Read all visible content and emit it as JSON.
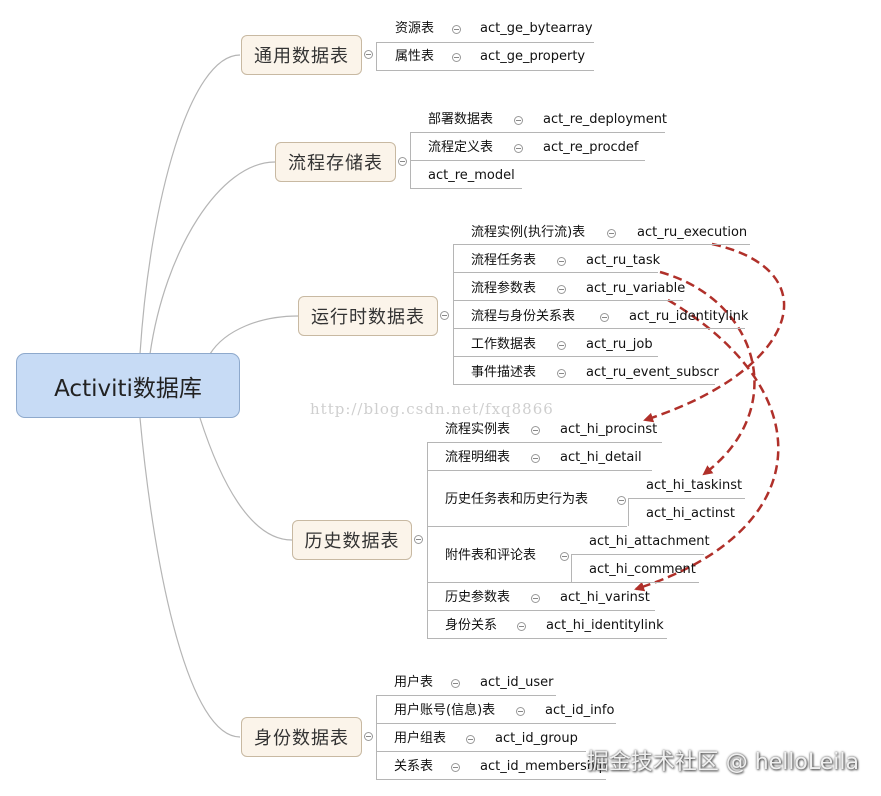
{
  "root": {
    "label": "Activiti数据库"
  },
  "groups": {
    "general": {
      "label": "通用数据表"
    },
    "repository": {
      "label": "流程存储表"
    },
    "runtime": {
      "label": "运行时数据表"
    },
    "history": {
      "label": "历史数据表"
    },
    "identity": {
      "label": "身份数据表"
    }
  },
  "general_items": [
    {
      "label": "资源表",
      "table": "act_ge_bytearray"
    },
    {
      "label": "属性表",
      "table": "act_ge_property"
    }
  ],
  "repository_items": [
    {
      "label": "部署数据表",
      "table": "act_re_deployment"
    },
    {
      "label": "流程定义表",
      "table": "act_re_procdef"
    },
    {
      "label": "",
      "table": "act_re_model"
    }
  ],
  "runtime_items": [
    {
      "label": "流程实例(执行流)表",
      "table": "act_ru_execution"
    },
    {
      "label": "流程任务表",
      "table": "act_ru_task"
    },
    {
      "label": "流程参数表",
      "table": "act_ru_variable"
    },
    {
      "label": "流程与身份关系表",
      "table": "act_ru_identitylink"
    },
    {
      "label": "工作数据表",
      "table": "act_ru_job"
    },
    {
      "label": "事件描述表",
      "table": "act_ru_event_subscr"
    }
  ],
  "history_items": [
    {
      "label": "流程实例表",
      "table": "act_hi_procinst"
    },
    {
      "label": "流程明细表",
      "table": "act_hi_detail"
    },
    {
      "label": "历史任务表和历史行为表",
      "tables": [
        "act_hi_taskinst",
        "act_hi_actinst"
      ]
    },
    {
      "label": "附件表和评论表",
      "tables": [
        "act_hi_attachment",
        "act_hi_comment"
      ]
    },
    {
      "label": "历史参数表",
      "table": "act_hi_varinst"
    },
    {
      "label": "身份关系",
      "table": "act_hi_identitylink"
    }
  ],
  "identity_items": [
    {
      "label": "用户表",
      "table": "act_id_user"
    },
    {
      "label": "用户账号(信息)表",
      "table": "act_id_info"
    },
    {
      "label": "用户组表",
      "table": "act_id_group"
    },
    {
      "label": "关系表",
      "table": "act_id_membership"
    }
  ],
  "arrows": [
    {
      "from": "act_ru_execution",
      "to": "act_hi_procinst"
    },
    {
      "from": "act_ru_task",
      "to": "act_hi_taskinst"
    },
    {
      "from": "act_ru_variable",
      "to": "act_hi_varinst"
    }
  ],
  "colors": {
    "arrow": "#b0302a",
    "branch": "#b5b5b5",
    "root_fill": "#c7dbf5",
    "node_fill": "#fbf4ea"
  },
  "watermark": "http://blog.csdn.net/fxq8866",
  "credit": "掘金技术社区 @ helloLeila"
}
